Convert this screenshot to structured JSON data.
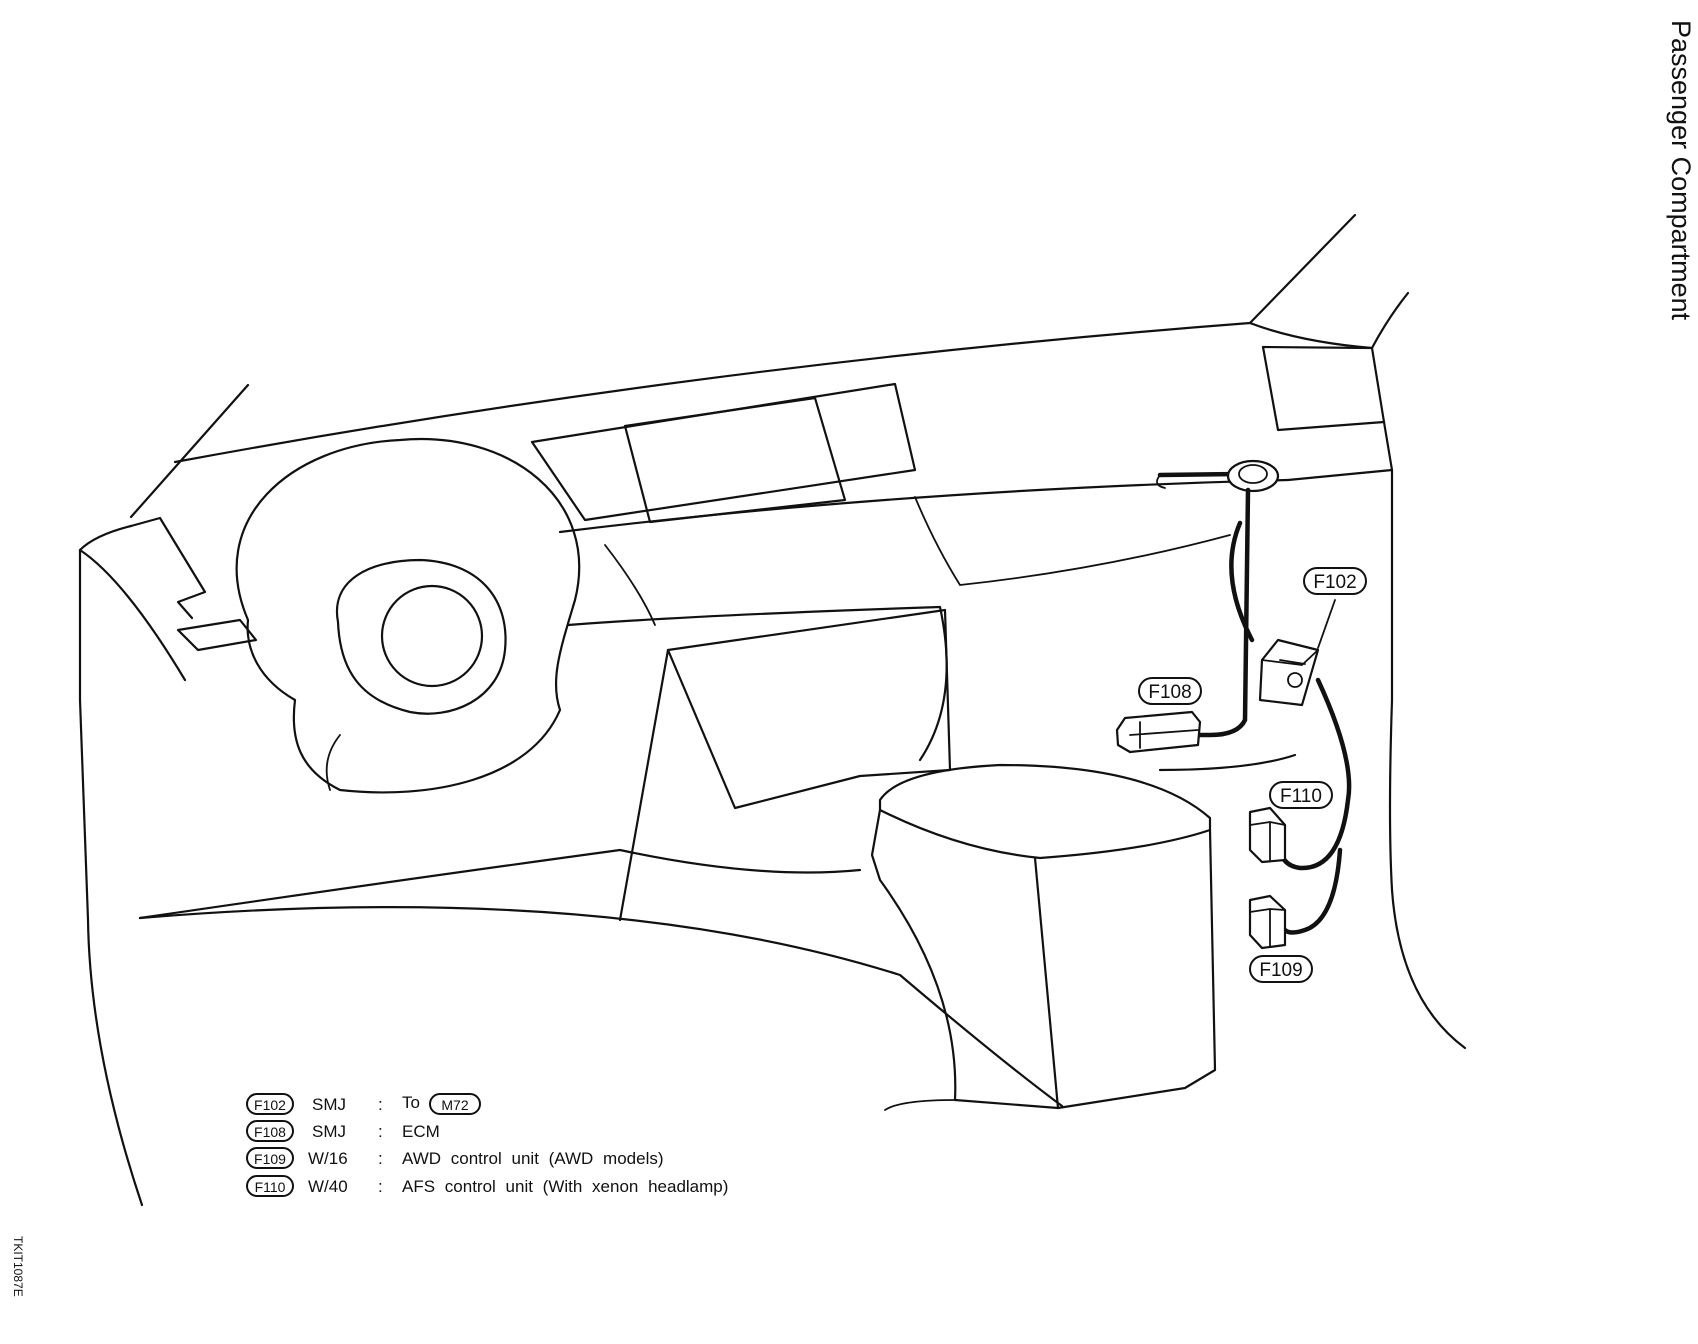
{
  "section_title": "Passenger Compartment",
  "figure_id": "TKIT1087E",
  "callouts": {
    "f102": "F102",
    "f108": "F108",
    "f109": "F109",
    "f110": "F110"
  },
  "legend": [
    {
      "code": "F102",
      "type": "SMJ",
      "sep": ":",
      "desc": "To",
      "ref": "M72"
    },
    {
      "code": "F108",
      "type": "SMJ",
      "sep": ":",
      "desc": "ECM"
    },
    {
      "code": "F109",
      "type": "W/16",
      "sep": ":",
      "desc": "AWD control unit (AWD models)"
    },
    {
      "code": "F110",
      "type": "W/40",
      "sep": ":",
      "desc": "AFS control unit (With xenon headlamp)"
    }
  ]
}
